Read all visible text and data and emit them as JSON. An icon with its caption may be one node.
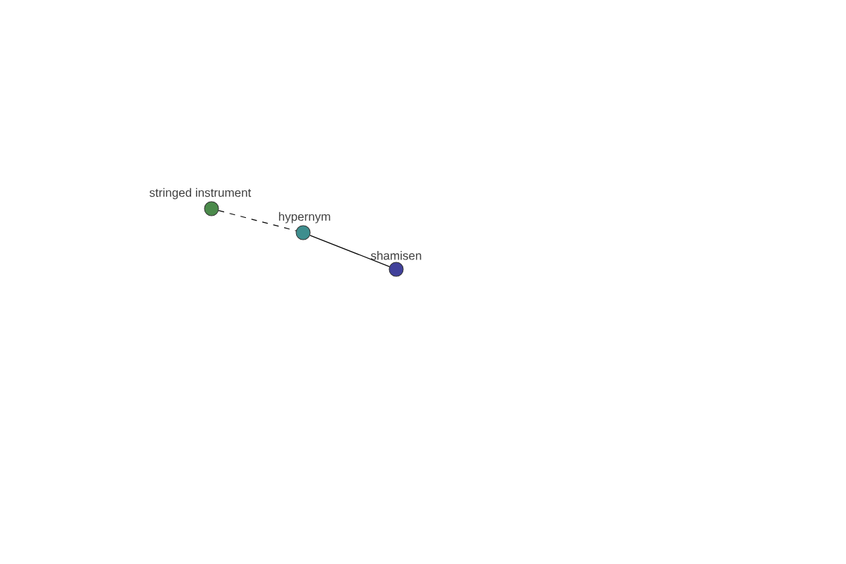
{
  "diagram": {
    "nodes": [
      {
        "text": [
          "stringed instrument"
        ]
      },
      {
        "text": [
          "hypernym"
        ]
      },
      {
        "text": [
          "shamisen"
        ]
      }
    ],
    "edges": [
      {
        "from": 0,
        "to": 1,
        "arrow": "none",
        "style": "dashed"
      },
      {
        "from": 1,
        "to": 2,
        "arrow": "none"
      }
    ]
  }
}
